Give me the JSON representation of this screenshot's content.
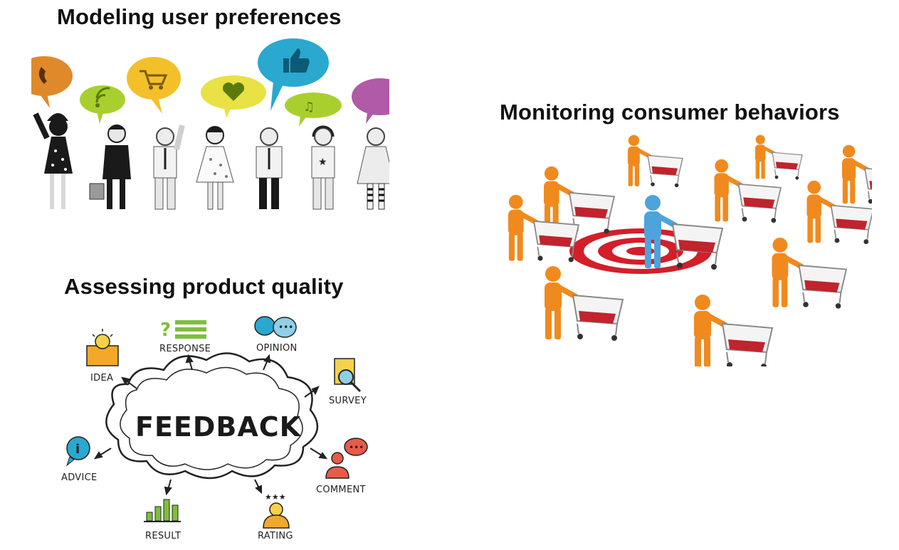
{
  "titles": {
    "modeling": "Modeling user preferences",
    "monitoring": "Monitoring consumer behaviors",
    "assessing": "Assessing product quality"
  },
  "feedback": {
    "center": "FEEDBACK",
    "labels": {
      "idea": "IDEA",
      "response": "RESPONSE",
      "opinion": "OPINION",
      "survey": "SURVEY",
      "advice": "ADVICE",
      "result": "RESULT",
      "rating": "RATING",
      "comment": "COMMENT"
    }
  },
  "colors": {
    "bubble_orange": "#e0892a",
    "bubble_green": "#a9cf2f",
    "bubble_yellow": "#f3c02a",
    "bubble_blue": "#2aa8cf",
    "bubble_purple": "#b05aa8",
    "shopper_orange": "#f08a1e",
    "shopper_blue": "#4da3dc",
    "target_red": "#d21f2a"
  }
}
